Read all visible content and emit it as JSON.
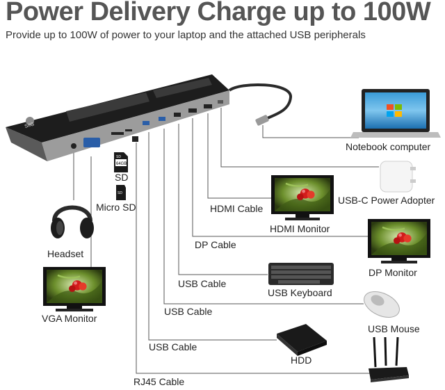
{
  "header": {
    "title": "Power Delivery Charge up to 100W",
    "subtitle": "Provide up to 100W of power to your laptop and the attached USB peripherals"
  },
  "dock": {
    "brand": "SIIG"
  },
  "cards": {
    "sd_badge": "SD",
    "sd_capacity": "64GB",
    "microsd_badge": "SD"
  },
  "labels": {
    "sd": "SD",
    "microsd": "Micro SD",
    "headset": "Headset",
    "vga_monitor": "VGA Monitor",
    "notebook": "Notebook computer",
    "power_adapter": "USB-C Power Adopter",
    "hdmi_cable": "HDMI Cable",
    "hdmi_monitor": "HDMI Monitor",
    "dp_cable": "DP Cable",
    "dp_monitor": "DP Monitor",
    "usb_cable_keyboard": "USB Cable",
    "usb_keyboard": "USB Keyboard",
    "usb_cable_mouse": "USB Cable",
    "usb_mouse": "USB Mouse",
    "usb_cable_hdd": "USB Cable",
    "hdd": "HDD",
    "rj45_cable": "RJ45 Cable"
  }
}
